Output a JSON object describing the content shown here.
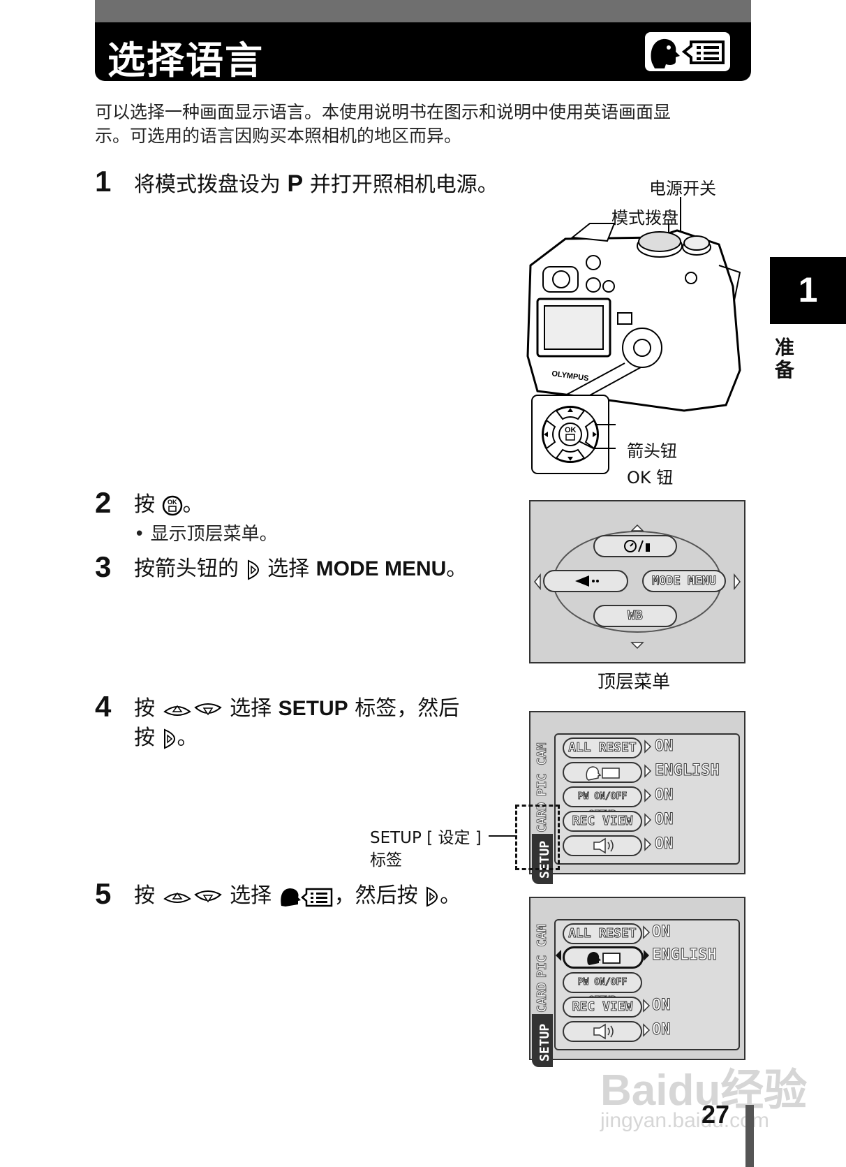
{
  "header": {
    "title": "选择语言"
  },
  "intro": {
    "line1": "可以选择一种画面显示语言。本使用说明书在图示和说明中使用英语画面显",
    "line2": "示。可选用的语言因购买本照相机的地区而异。"
  },
  "side_tab": {
    "number": "1",
    "text": "准备"
  },
  "steps": [
    {
      "num": "1",
      "pre": "将模式拨盘设为 ",
      "bold": "P",
      "post": " 并打开照相机电源。"
    },
    {
      "num": "2",
      "pre": "按 ",
      "post": "。",
      "sub": "• 显示顶层菜单。"
    },
    {
      "num": "3",
      "pre": "按箭头钮的 ",
      "mid": " 选择 ",
      "bold": "MODE MENU",
      "post": "。"
    },
    {
      "num": "4",
      "pre": "按 ",
      "mid": " 选择 ",
      "bold": "SETUP",
      "post": " 标签，然后",
      "line2_pre": "按 ",
      "line2_post": "。"
    },
    {
      "num": "5",
      "pre": "按 ",
      "mid": " 选择 ",
      "post": "，然后按 ",
      "end": "。"
    }
  ],
  "camera_labels": {
    "power_switch": "电源开关",
    "mode_dial": "模式拨盘",
    "arrow_pad": "箭头钮",
    "ok_button": "OK 钮",
    "brand": "OLYMPUS",
    "ok": "OK"
  },
  "top_menu": {
    "caption": "顶层菜单",
    "right_item": "MODE MENU",
    "bottom_item": "WB"
  },
  "setup_menu_1": {
    "tabs": [
      "CAM",
      "PIC",
      "CARD",
      "SETUP"
    ],
    "rows": [
      {
        "label": "ALL RESET",
        "value": "ON"
      },
      {
        "label": "",
        "value": "ENGLISH"
      },
      {
        "label": "PW ON/OFF SETUP",
        "value": "ON"
      },
      {
        "label": "REC VIEW",
        "value": "ON"
      },
      {
        "label": "",
        "value": "ON"
      }
    ],
    "callout_line1": "SETUP [ 设定 ]",
    "callout_line2": "标签"
  },
  "setup_menu_2": {
    "tabs": [
      "CAM",
      "PIC",
      "CARD",
      "SETUP"
    ],
    "rows": [
      {
        "label": "ALL RESET",
        "value": "ON"
      },
      {
        "label": "",
        "value": "ENGLISH"
      },
      {
        "label": "PW ON/OFF SETUP",
        "value": ""
      },
      {
        "label": "REC VIEW",
        "value": "ON"
      },
      {
        "label": "",
        "value": "ON"
      }
    ]
  },
  "footer": {
    "page_number": "27",
    "watermark": "Baidu经验",
    "watermark_url": "jingyan.baidu.com"
  }
}
